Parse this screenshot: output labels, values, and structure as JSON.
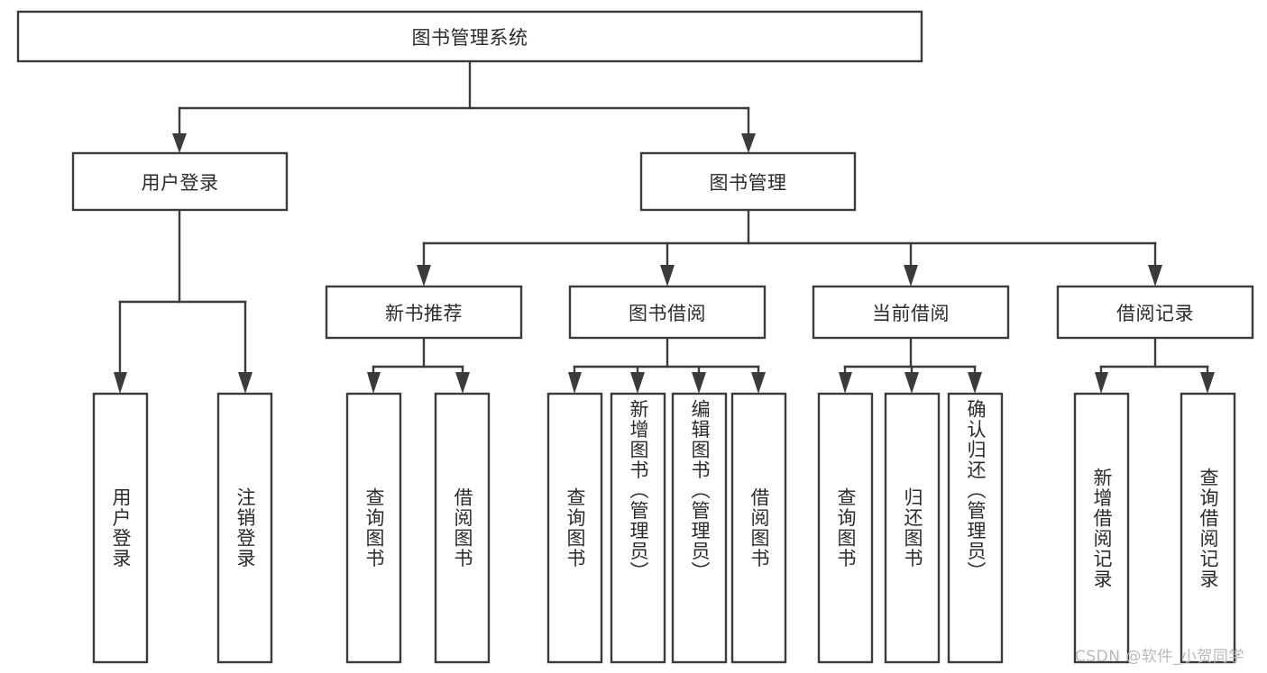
{
  "diagram": {
    "type": "tree-hierarchy-chart",
    "title": "图书管理系统",
    "watermark": "CSDN @软件_小贺同学",
    "colors": {
      "stroke": "#3b3b3b",
      "fill": "#ffffff",
      "text": "#2b2b2b",
      "watermark": "#b9b9b9",
      "background": "#ffffff"
    },
    "root": {
      "label": "图书管理系统",
      "orientation": "horizontal"
    },
    "level1": [
      {
        "label": "用户登录",
        "orientation": "horizontal"
      },
      {
        "label": "图书管理",
        "orientation": "horizontal"
      }
    ],
    "level2": [
      {
        "label": "新书推荐",
        "orientation": "horizontal"
      },
      {
        "label": "图书借阅",
        "orientation": "horizontal"
      },
      {
        "label": "当前借阅",
        "orientation": "horizontal"
      },
      {
        "label": "借阅记录",
        "orientation": "horizontal"
      }
    ],
    "leaves": {
      "user_login": [
        {
          "label": "用户登录",
          "orientation": "vertical"
        },
        {
          "label": "注销登录",
          "orientation": "vertical"
        }
      ],
      "new_book_recommend": [
        {
          "label": "查询图书",
          "orientation": "vertical"
        },
        {
          "label": "借阅图书",
          "orientation": "vertical"
        }
      ],
      "book_borrow": [
        {
          "label": "查询图书",
          "orientation": "vertical"
        },
        {
          "label": "新增图书（管理员）",
          "orientation": "vertical"
        },
        {
          "label": "编辑图书（管理员）",
          "orientation": "vertical"
        },
        {
          "label": "借阅图书",
          "orientation": "vertical"
        }
      ],
      "current_borrow": [
        {
          "label": "查询图书",
          "orientation": "vertical"
        },
        {
          "label": "归还图书",
          "orientation": "vertical"
        },
        {
          "label": "确认归还（管理员）",
          "orientation": "vertical"
        }
      ],
      "borrow_record": [
        {
          "label": "新增借阅记录",
          "orientation": "vertical"
        },
        {
          "label": "查询借阅记录",
          "orientation": "vertical"
        }
      ]
    }
  }
}
